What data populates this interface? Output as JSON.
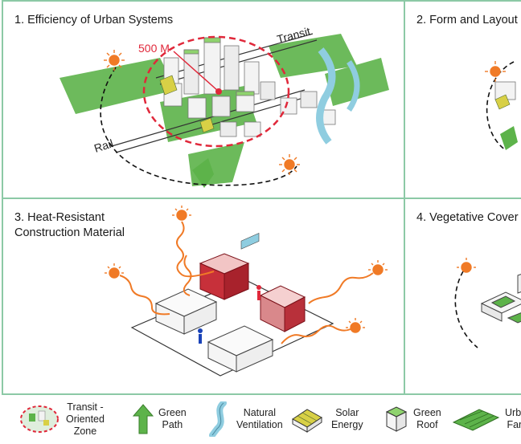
{
  "panels": [
    {
      "title": "1. Efficiency of Urban Systems",
      "labels": {
        "radius": "500 M",
        "transit": "Transit",
        "rail": "Rail"
      }
    },
    {
      "title": "2. Form and Layout"
    },
    {
      "title": "3. Heat-Resistant\nConstruction Material"
    },
    {
      "title": "4. Vegetative Cover"
    }
  ],
  "legend": [
    {
      "icon": "transit-oriented-zone-icon",
      "label": "Transit -\nOriented\nZone"
    },
    {
      "icon": "green-path-icon",
      "label": "Green\nPath"
    },
    {
      "icon": "natural-ventilation-icon",
      "label": "Natural\nVentilation"
    },
    {
      "icon": "solar-energy-icon",
      "label": "Solar\nEnergy"
    },
    {
      "icon": "green-roof-icon",
      "label": "Green\nRoof"
    },
    {
      "icon": "urban-farm-icon",
      "label": "Urban\nFarm"
    }
  ],
  "colors": {
    "panel_border": "#8cc9a6",
    "sun": "#f07a26",
    "green": "#5db34a",
    "zone_red": "#e0283a",
    "wall_red": "#c7303a",
    "water": "#8fcde0"
  }
}
